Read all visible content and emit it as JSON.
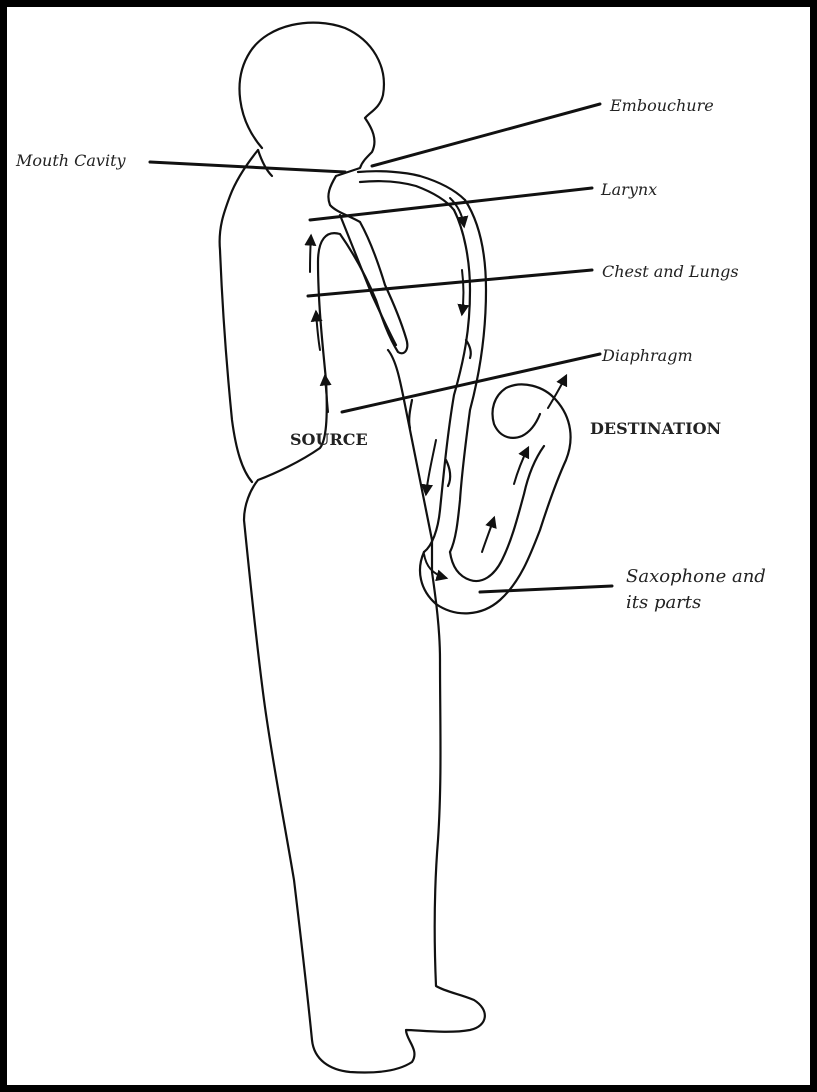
{
  "diagram": {
    "labels": {
      "embouchure": "Embouchure",
      "mouth_cavity": "Mouth Cavity",
      "larynx": "Larynx",
      "chest_and_lungs": "Chest and Lungs",
      "diaphragm": "Diaphragm",
      "source": "SOURCE",
      "destination": "DESTINATION",
      "saxophone_line1": "Saxophone and",
      "saxophone_line2": "its parts"
    },
    "icons": {
      "figure": "saxophonist-silhouette-icon",
      "instrument": "saxophone-icon",
      "airflow": "airflow-arrow-icon"
    },
    "colors": {
      "ink": "#111111",
      "background": "#ffffff",
      "border": "#000000"
    }
  }
}
